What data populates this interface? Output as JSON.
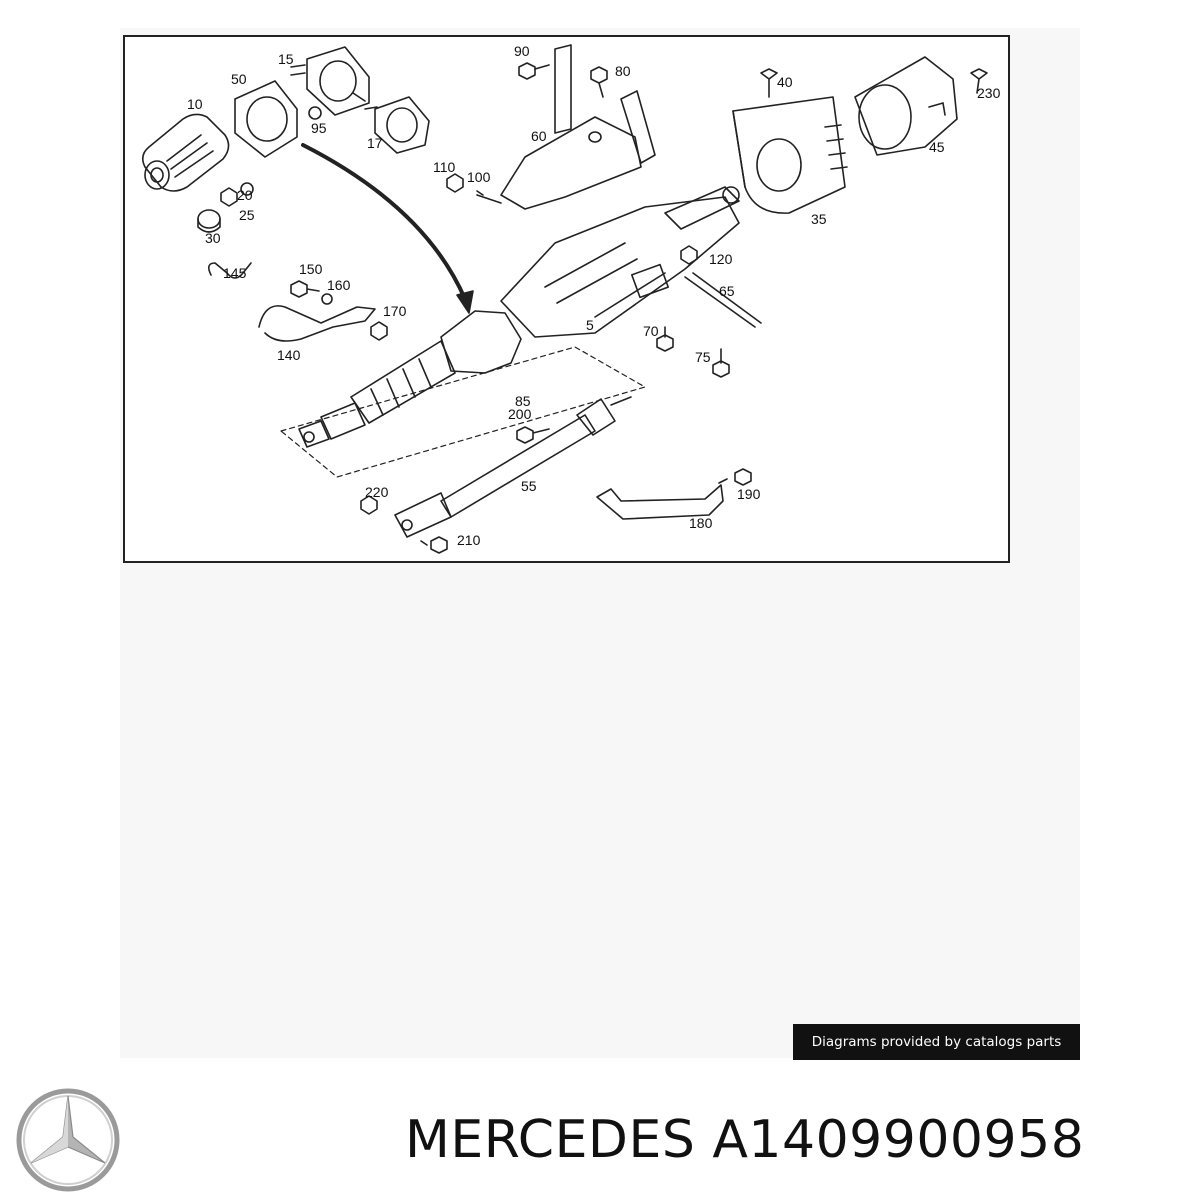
{
  "diagram": {
    "callouts": [
      "15",
      "50",
      "10",
      "95",
      "20",
      "25",
      "30",
      "17",
      "90",
      "80",
      "60",
      "110",
      "100",
      "40",
      "230",
      "45",
      "35",
      "120",
      "65",
      "145",
      "150",
      "160",
      "170",
      "140",
      "5",
      "70",
      "75",
      "85",
      "200",
      "55",
      "220",
      "210",
      "190",
      "180"
    ]
  },
  "credit": {
    "text": "Diagrams provided by catalogs parts"
  },
  "product": {
    "brand": "MERCEDES",
    "part_number": "A1409900958",
    "title": "MERCEDES A1409900958"
  },
  "colors": {
    "line": "#222222",
    "badge_bg": "#111111",
    "badge_text": "#ffffff",
    "background": "#ffffff"
  },
  "icons": {
    "logo": "three-pointed-star-logo"
  }
}
